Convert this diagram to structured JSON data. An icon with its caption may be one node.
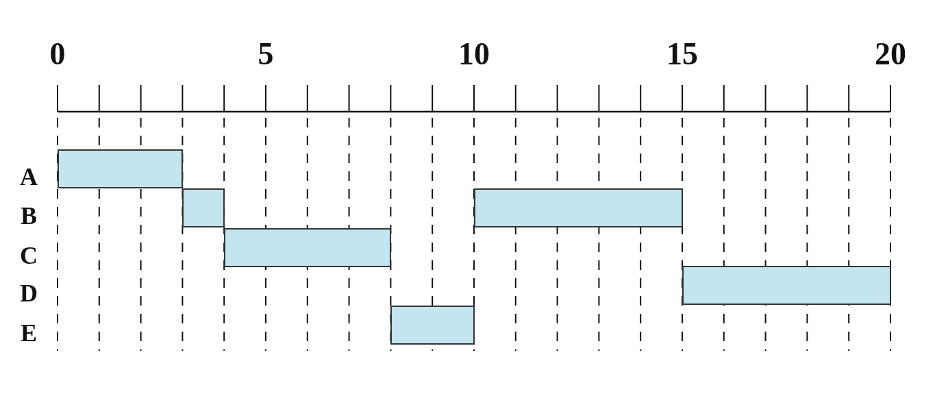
{
  "diagram": {
    "nodes": [
      {
        "text": [],
        "shape": "bar"
      },
      {
        "text": [],
        "shape": "bar"
      },
      {
        "text": [],
        "shape": "bar"
      },
      {
        "text": [],
        "shape": "bar"
      },
      {
        "text": [],
        "shape": "bar"
      },
      {
        "text": [],
        "shape": "bar"
      }
    ],
    "labels": [
      "0",
      "5",
      "10",
      "15",
      "20",
      "A",
      "B",
      "C",
      "D",
      "E"
    ]
  }
}
